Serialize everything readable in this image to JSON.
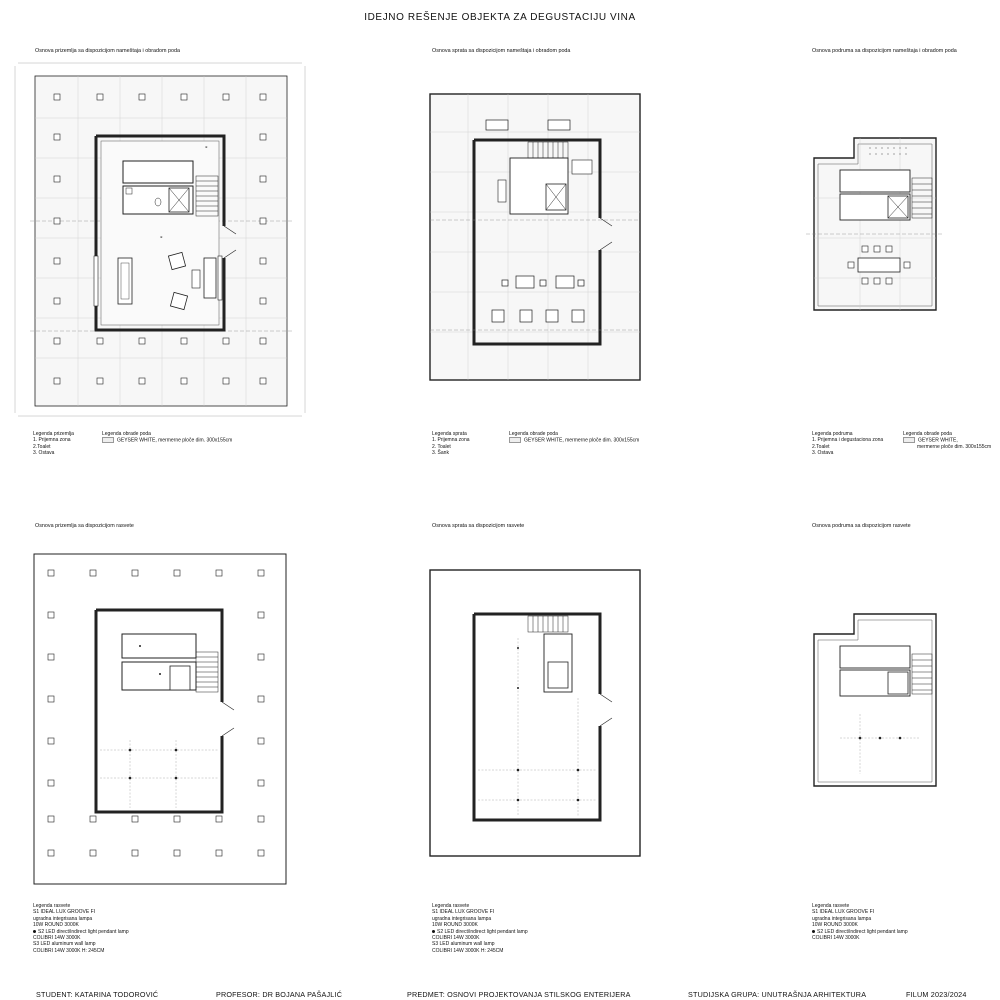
{
  "sheet": {
    "title": "IDEJNO REŠENJE OBJEKTA ZA DEGUSTACIJU VINA"
  },
  "panels": {
    "ground_furniture": {
      "title": "Osnova prizemlja sa dispozicijom nameštaja i obradom poda",
      "legend_title": "Legenda prizemlja",
      "legend_items": [
        "1. Prijemna zona",
        "2.Toalet",
        "3. Ostava"
      ],
      "finish_title": "Legenda obrade poda",
      "finish_items": [
        "GEYSER WHITE, mermerne ploče dim. 300x155cm"
      ]
    },
    "upper_furniture": {
      "title": "Osnova sprata sa dispozicijom nameštaja i obradom poda",
      "legend_title": "Legenda sprata",
      "legend_items": [
        "1. Prijemna zona",
        "2. Toalet",
        "3. Šank"
      ],
      "finish_title": "Legenda obrade poda",
      "finish_items": [
        "GEYSER WHITE, mermerne ploče dim. 300x155cm"
      ]
    },
    "basement_furniture": {
      "title": "Osnova podruma sa dispozicijom nameštaja i obradom poda",
      "legend_title": "Legenda podruma",
      "legend_items": [
        "1. Prijemna i degustaciona zona",
        "2.Toalet",
        "3. Ostava"
      ],
      "finish_title": "Legenda obrade poda",
      "finish_items": [
        "GEYSER WHITE,",
        "mermerne ploče dim. 300x155cm"
      ]
    },
    "ground_lighting": {
      "title": "Osnova prizemlja sa dispozicijom rasvete",
      "legend_title": "Legenda rasvete",
      "legend_items": [
        "S1 IDEAL LUX GROOVE FI",
        "ugradna integrisana lampa",
        "10W ROUND 3000K",
        "S2 LED direct/indirect light pendant lamp",
        "COLIBRI 14W 3000K",
        "S3 LED aluminum wall lamp",
        "COLIBRI 14W 3000K H: 245CM"
      ]
    },
    "upper_lighting": {
      "title": "Osnova sprata sa dispozicijom rasvete",
      "legend_title": "Legenda rasvete",
      "legend_items": [
        "S1 IDEAL LUX GROOVE FI",
        "ugradna integrisana lampa",
        "10W ROUND 3000K",
        "S2 LED direct/indirect light pendant lamp",
        "COLIBRI 14W 3000K",
        "S3 LED aluminum wall lamp",
        "COLIBRI 14W 3000K H: 245CM"
      ]
    },
    "basement_lighting": {
      "title": "Osnova podruma sa dispozicijom  rasvete",
      "legend_title": "Legenda rasvete",
      "legend_items": [
        "S1 IDEAL LUX GROOVE FI",
        "ugradna integrisana lampa",
        "10W ROUND 3000K",
        "S2 LED direct/indirect light pendant lamp",
        "COLIBRI 14W 3000K"
      ]
    }
  },
  "footer": {
    "student": "STUDENT: KATARINA TODOROVIĆ",
    "professor": "PROFESOR: DR  BOJANA PAŠAJLIĆ",
    "subject": "PREDMET: OSNOVI PROJEKTOVANJA STILSKOG ENTERIJERA",
    "group": "STUDIJSKA GRUPA: UNUTRAŠNJA ARHITEKTURA",
    "faculty": "FILUM 2023/2024"
  }
}
